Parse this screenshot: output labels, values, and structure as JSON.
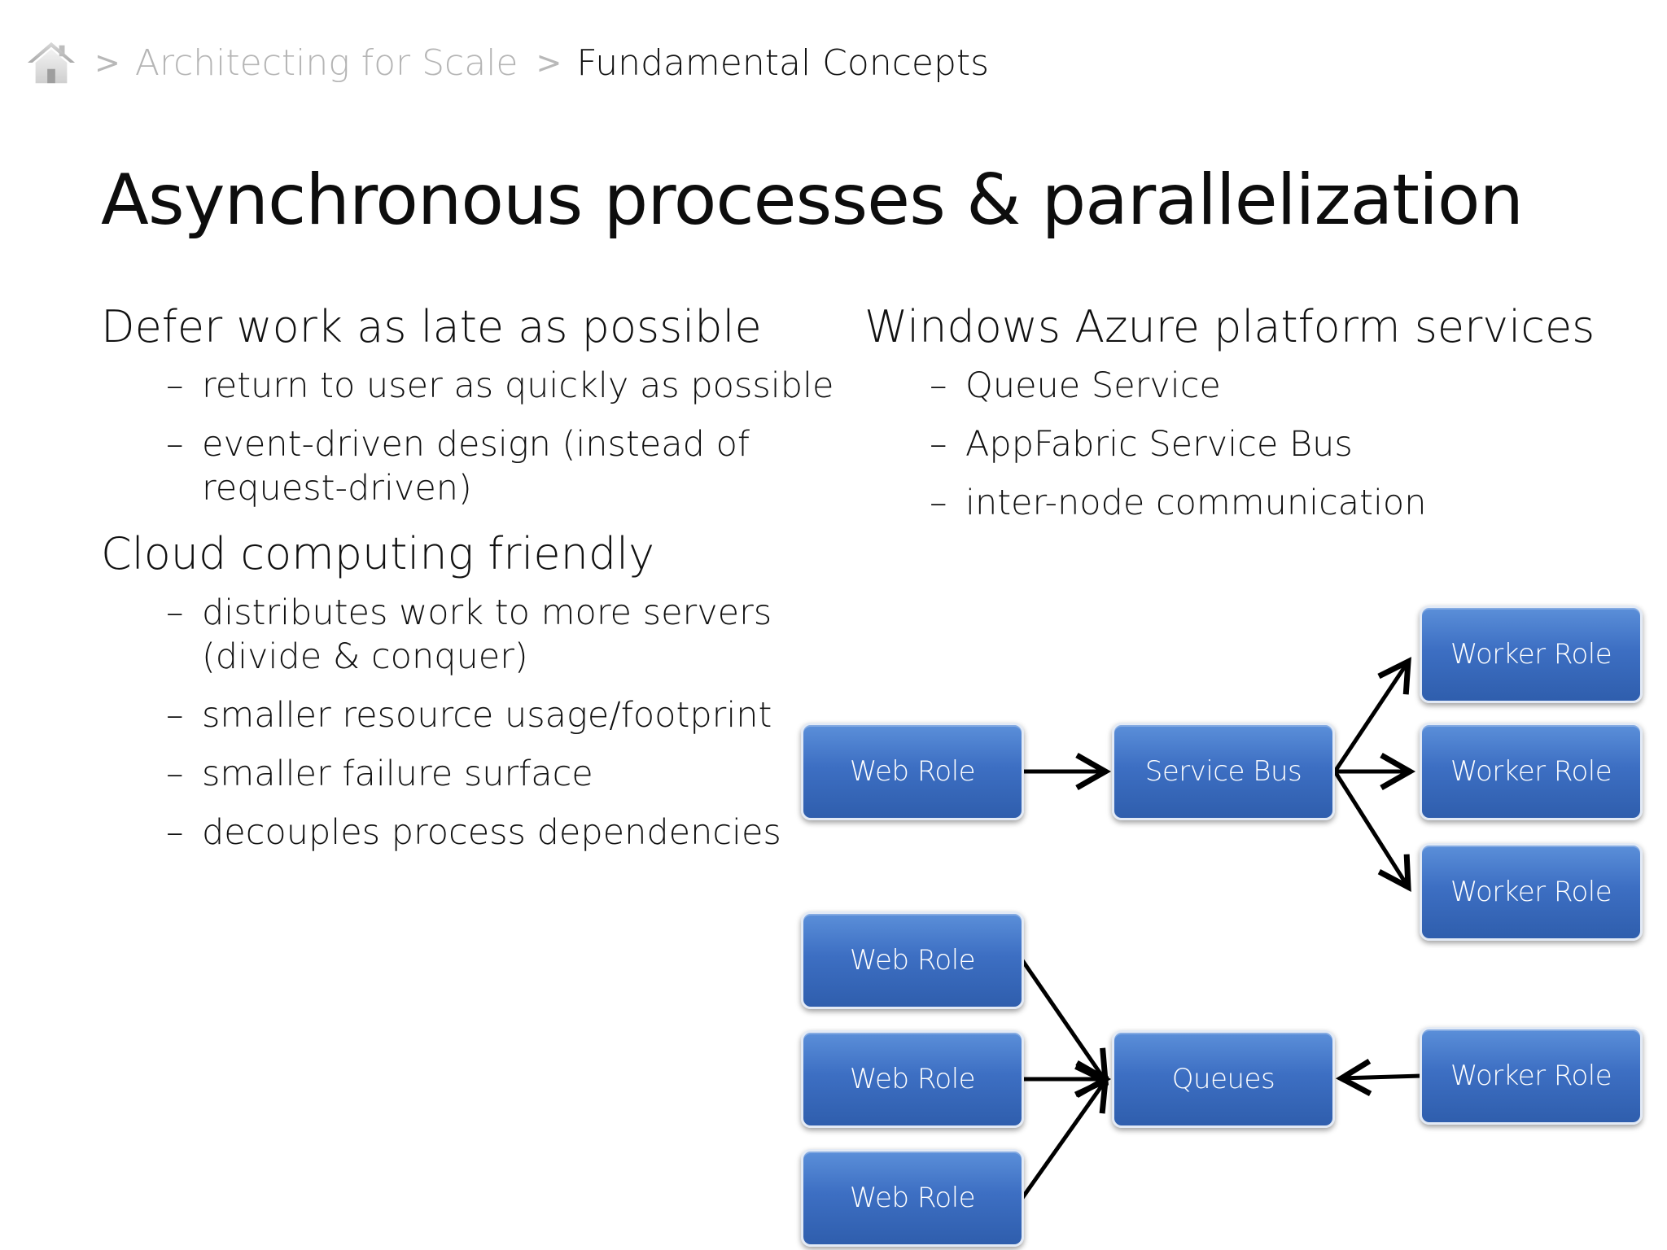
{
  "breadcrumb": {
    "separator": ">",
    "parent": "Architecting for Scale",
    "current": "Fundamental Concepts"
  },
  "slide": {
    "title": "Asynchronous processes & parallelization"
  },
  "left_column": {
    "sections": [
      {
        "heading": "Defer work as late as possible",
        "bullets": [
          "return to user as quickly as possible",
          "event-driven design (instead of request-driven)"
        ]
      },
      {
        "heading": "Cloud computing friendly",
        "bullets": [
          "distributes work to more servers (divide & conquer)",
          "smaller resource usage/footprint",
          "smaller failure surface",
          "decouples process dependencies"
        ]
      }
    ]
  },
  "right_column": {
    "heading": "Windows Azure platform services",
    "bullets": [
      "Queue Service",
      "AppFabric Service Bus",
      "inter-node communication"
    ]
  },
  "diagram": {
    "nodes": {
      "web_role_top": "Web Role",
      "service_bus": "Service Bus",
      "worker_role_1": "Worker Role",
      "worker_role_2": "Worker Role",
      "worker_role_3": "Worker Role",
      "web_role_q1": "Web Role",
      "web_role_q2": "Web Role",
      "web_role_q3": "Web Role",
      "queues": "Queues",
      "worker_role_q": "Worker Role"
    },
    "colors": {
      "node_fill_top": "#5b8fd9",
      "node_fill_bottom": "#2f5ead",
      "node_border": "#e3eaf5",
      "arrow": "#000000"
    }
  }
}
